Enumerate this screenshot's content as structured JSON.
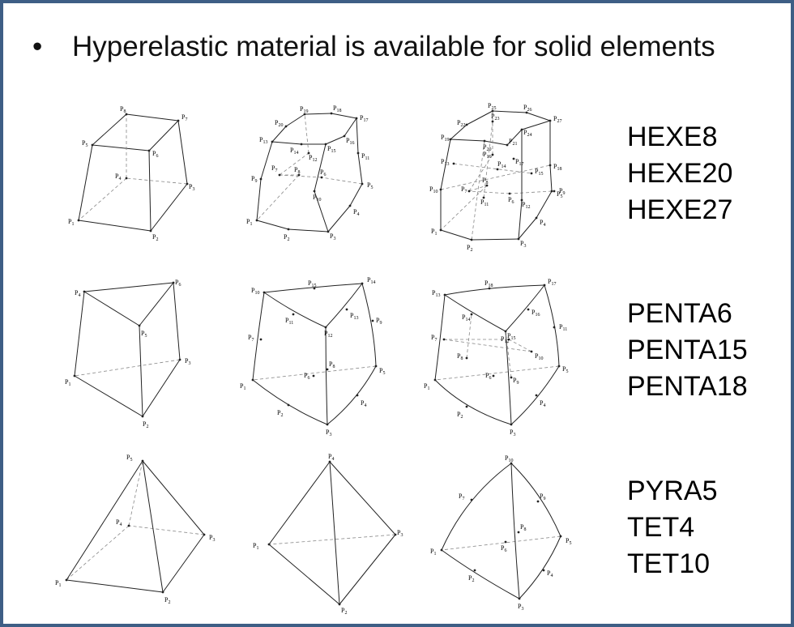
{
  "bullet": {
    "symbol": "•",
    "text": "Hyperelastic material is available for solid elements"
  },
  "element_groups": [
    {
      "labels": [
        "HEXE8",
        "HEXE20",
        "HEXE27"
      ]
    },
    {
      "labels": [
        "PENTA6",
        "PENTA15",
        "PENTA18"
      ]
    },
    {
      "labels": [
        "PYRA5",
        "TET4",
        "TET10"
      ]
    }
  ],
  "node_labels": {
    "hexe8": [
      "P1",
      "P2",
      "P3",
      "P4",
      "P5",
      "P6",
      "P7",
      "P8"
    ],
    "hexe20": [
      "P1",
      "P2",
      "P3",
      "P4",
      "P5",
      "P6",
      "P7",
      "P8",
      "P9",
      "P10",
      "P11",
      "P12",
      "P13",
      "P14",
      "P15",
      "P16",
      "P17",
      "P18",
      "P19",
      "P20"
    ],
    "hexe27": [
      "P1",
      "P2",
      "P3",
      "P4",
      "P5",
      "P6",
      "P7",
      "P8",
      "P9",
      "P10",
      "P11",
      "P12",
      "P13",
      "P14",
      "P15",
      "P16",
      "P17",
      "P18",
      "P19",
      "P20",
      "P21",
      "P22",
      "P23",
      "P24",
      "P25",
      "P26",
      "P27"
    ],
    "penta6": [
      "P1",
      "P2",
      "P3",
      "P4",
      "P5",
      "P6"
    ],
    "penta15": [
      "P1",
      "P2",
      "P3",
      "P4",
      "P5",
      "P6",
      "P7",
      "P8",
      "P9",
      "P10",
      "P11",
      "P12",
      "P13",
      "P14",
      "P15"
    ],
    "penta18": [
      "P1",
      "P2",
      "P3",
      "P4",
      "P5",
      "P6",
      "P7",
      "P8",
      "P9",
      "P10",
      "P11",
      "P12",
      "P13",
      "P14",
      "P15",
      "P16",
      "P17",
      "P18"
    ],
    "pyra5": [
      "P1",
      "P2",
      "P3",
      "P4",
      "P5"
    ],
    "tet4": [
      "P1",
      "P2",
      "P3",
      "P4"
    ],
    "tet10": [
      "P1",
      "P2",
      "P3",
      "P4",
      "P5",
      "P6",
      "P7",
      "P8",
      "P9",
      "P10"
    ]
  },
  "colors": {
    "border": "#3e5e85",
    "line": "#222222"
  }
}
